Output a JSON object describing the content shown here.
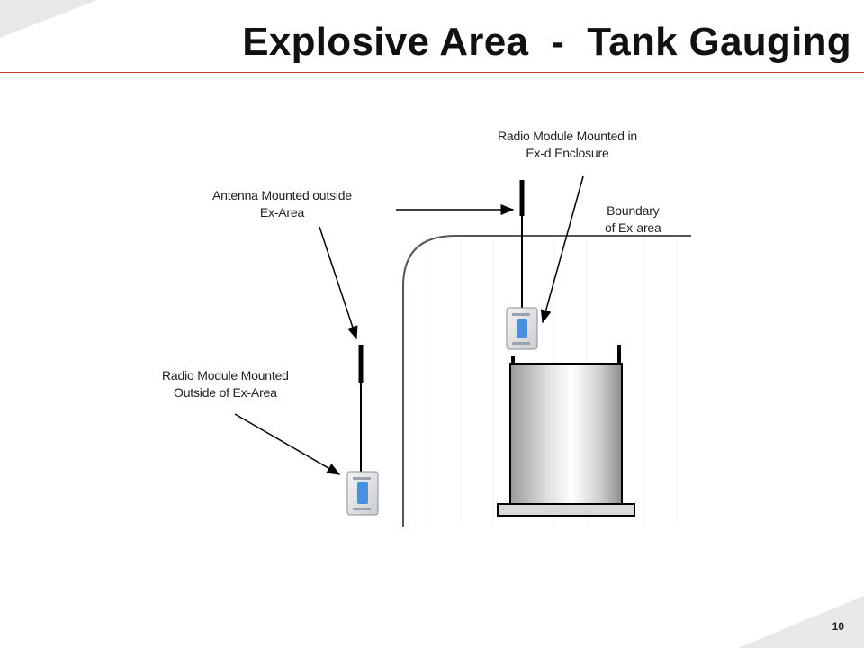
{
  "slide": {
    "title": "Explosive Area  -  Tank Gauging",
    "page_number": "10"
  },
  "labels": {
    "radio_in_enclosure": "Radio Module Mounted in\nEx-d Enclosure",
    "antenna_outside": "Antenna Mounted outside\nEx-Area",
    "boundary": "Boundary\nof Ex-area",
    "radio_outside": "Radio Module Mounted\nOutside of Ex-Area"
  },
  "colors": {
    "accent_rule": "#c0392b",
    "corner_shade": "#e6e6e6",
    "device_screen": "#4a90e2"
  }
}
